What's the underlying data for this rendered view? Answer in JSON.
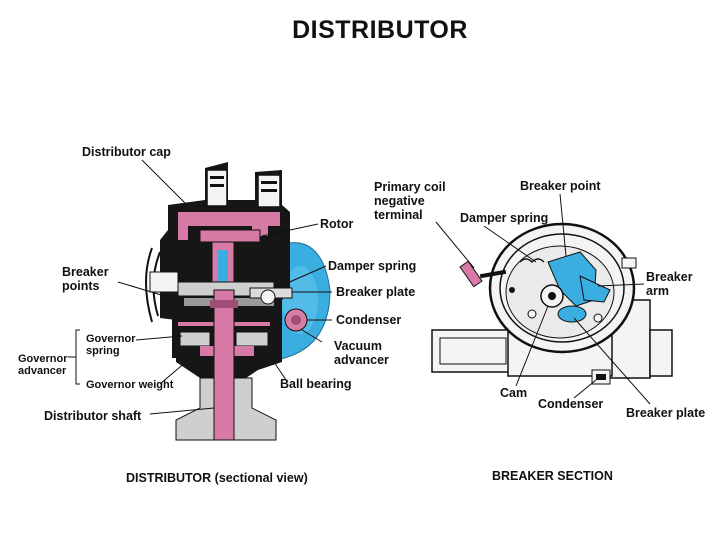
{
  "title": "DISTRIBUTOR",
  "left_diagram": {
    "caption": "DISTRIBUTOR (sectional view)",
    "labels": {
      "distributor_cap": "Distributor cap",
      "rotor": "Rotor",
      "damper_spring": "Damper spring",
      "breaker_points_1": "Breaker",
      "breaker_points_2": "points",
      "breaker_plate": "Breaker plate",
      "condenser": "Condenser",
      "governor_spring_1": "Governor",
      "governor_spring_2": "spring",
      "governor_advancer_1": "Governor",
      "governor_advancer_2": "advancer",
      "vacuum_advancer_1": "Vacuum",
      "vacuum_advancer_2": "advancer",
      "governor_weight": "Governor weight",
      "ball_bearing": "Ball bearing",
      "distributor_shaft": "Distributor shaft"
    }
  },
  "right_diagram": {
    "caption": "BREAKER SECTION",
    "labels": {
      "primary_coil_1": "Primary coil",
      "primary_coil_2": "negative",
      "primary_coil_3": "terminal",
      "breaker_point": "Breaker point",
      "damper_spring": "Damper spring",
      "breaker_arm_1": "Breaker",
      "breaker_arm_2": "arm",
      "cam": "Cam",
      "condenser": "Condenser",
      "breaker_plate": "Breaker plate"
    }
  },
  "colors": {
    "pink": "#d87aa6",
    "blue": "#3aaee0",
    "dark": "#161616",
    "grey": "#cfcfcf"
  }
}
